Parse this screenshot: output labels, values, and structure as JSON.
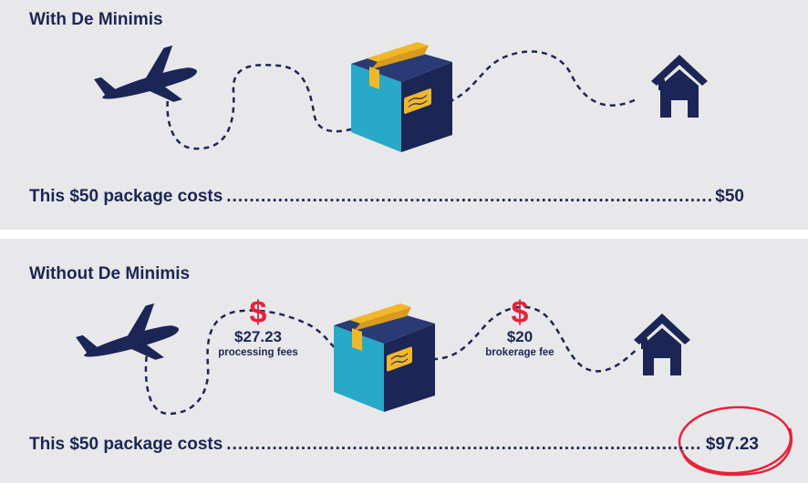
{
  "with_section": {
    "title": "With De Minimis",
    "cost_label": "This $50 package costs",
    "cost_value": "$50"
  },
  "without_section": {
    "title": "Without De Minimis",
    "cost_label": "This $50 package costs",
    "cost_value": "$97.23",
    "fees": [
      {
        "symbol": "$",
        "amount": "$27.23",
        "label": "processing fees"
      },
      {
        "symbol": "$",
        "amount": "$20",
        "label": "brokerage fee"
      }
    ]
  },
  "colors": {
    "navy": "#1b2656",
    "box_light": "#27a9c8",
    "box_dark": "#1b2656",
    "tape": "#f1b72b",
    "dollar": "#e8213a",
    "highlight_circle": "#e8213a",
    "panel_bg": "#e8e8ea"
  },
  "icons": [
    "airplane-icon",
    "package-box-icon",
    "house-icon"
  ]
}
